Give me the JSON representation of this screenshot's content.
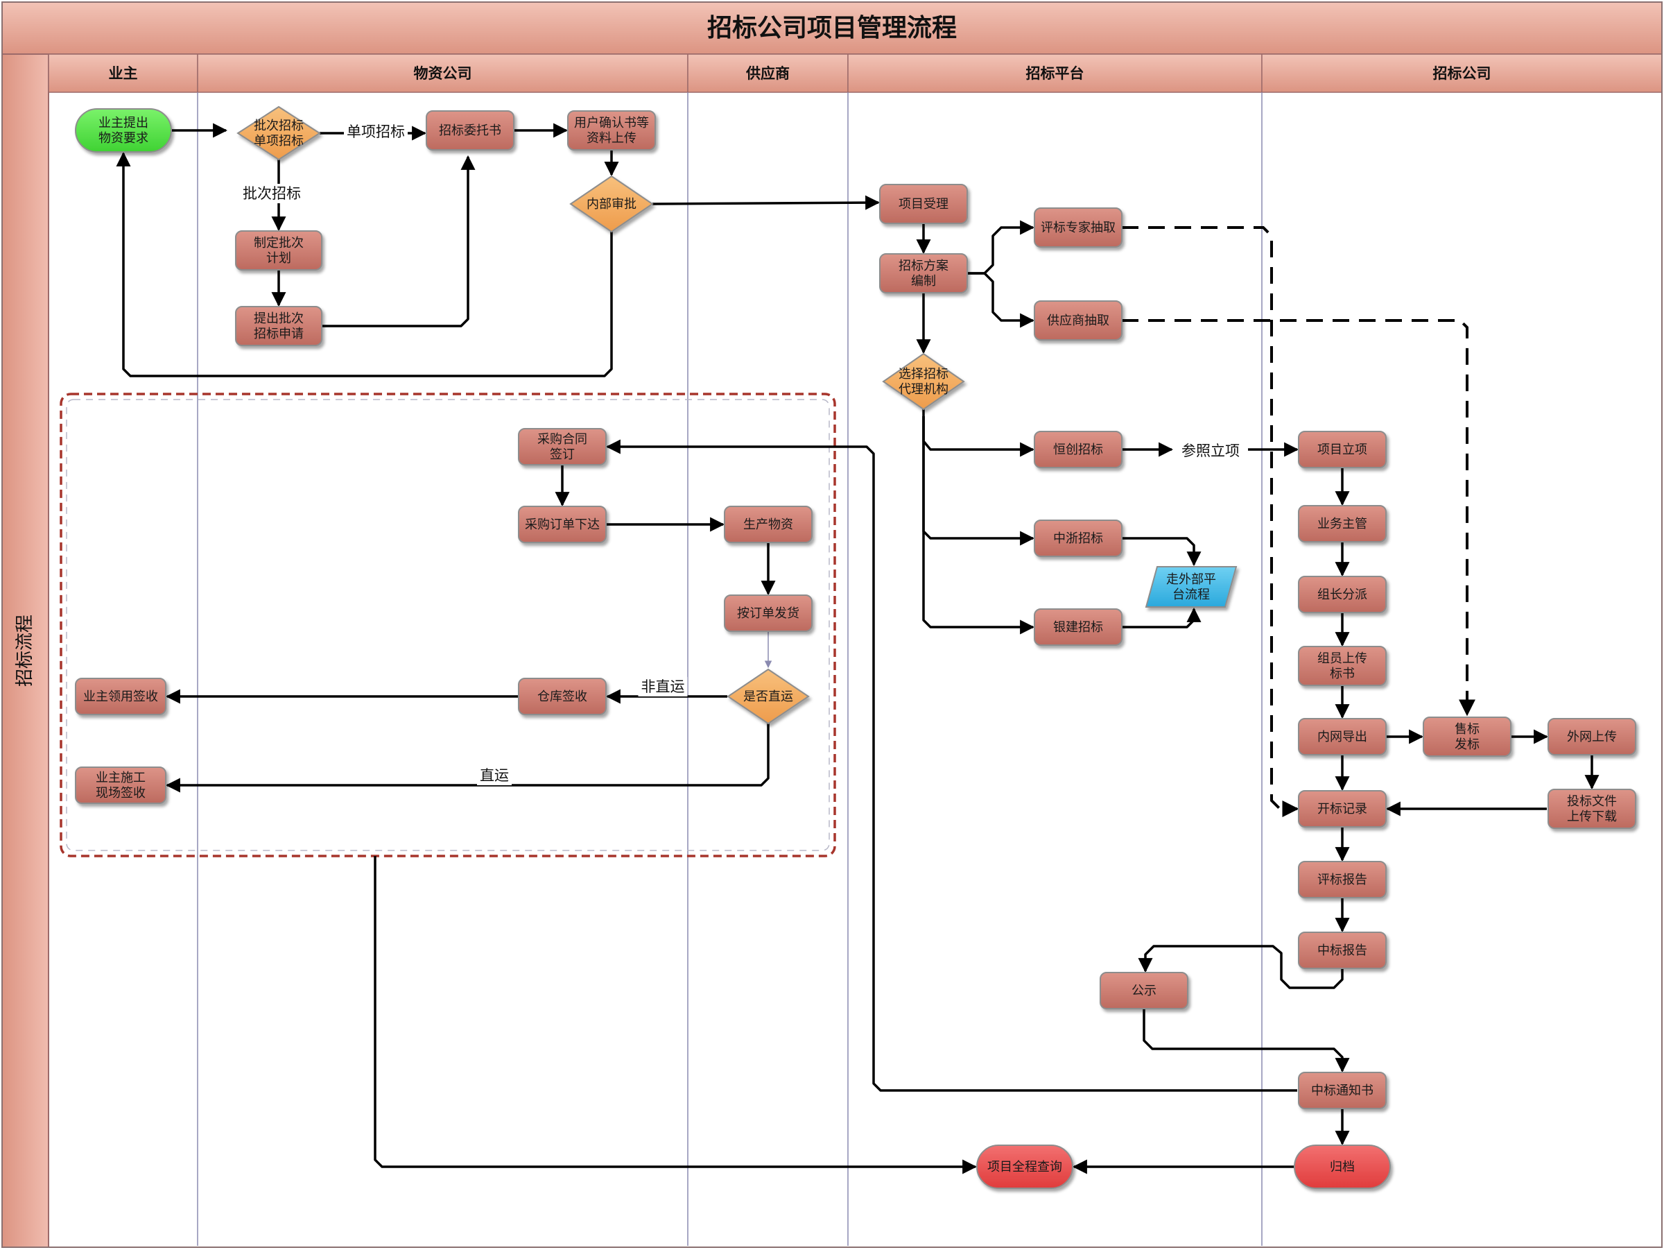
{
  "diagram": {
    "title": "招标公司项目管理流程",
    "side_label": "招标流程",
    "lanes": [
      {
        "id": "owner",
        "label": "业主"
      },
      {
        "id": "materials",
        "label": "物资公司"
      },
      {
        "id": "supplier",
        "label": "供应商"
      },
      {
        "id": "platform",
        "label": "招标平台"
      },
      {
        "id": "agency",
        "label": "招标公司"
      }
    ],
    "colors": {
      "process_fill": "#c9756a",
      "decision_fill": "#f3a860",
      "start_fill": "#4fe040",
      "end_fill": "#ea4b4b",
      "external_fill": "#3db8e6",
      "header_fill": "#e3a090",
      "group_border": "#a7352c"
    },
    "nodes": [
      {
        "id": "n1",
        "label": [
          "业主提出",
          "物资要求"
        ],
        "shape": "terminal-start"
      },
      {
        "id": "n2",
        "label": [
          "批次招标",
          "单项招标"
        ],
        "shape": "decision"
      },
      {
        "id": "n3",
        "label": [
          "招标委托书"
        ],
        "shape": "process"
      },
      {
        "id": "n4",
        "label": [
          "用户确认书等",
          "资料上传"
        ],
        "shape": "process"
      },
      {
        "id": "n5",
        "label": [
          "内部审批"
        ],
        "shape": "decision"
      },
      {
        "id": "n6",
        "label": [
          "制定批次",
          "计划"
        ],
        "shape": "process"
      },
      {
        "id": "n7",
        "label": [
          "提出批次",
          "招标申请"
        ],
        "shape": "process"
      },
      {
        "id": "n8",
        "label": [
          "项目受理"
        ],
        "shape": "process"
      },
      {
        "id": "n9",
        "label": [
          "招标方案",
          "编制"
        ],
        "shape": "process"
      },
      {
        "id": "n10",
        "label": [
          "评标专家抽取"
        ],
        "shape": "process"
      },
      {
        "id": "n11",
        "label": [
          "供应商抽取"
        ],
        "shape": "process"
      },
      {
        "id": "n12",
        "label": [
          "选择招标",
          "代理机构"
        ],
        "shape": "decision"
      },
      {
        "id": "n13",
        "label": [
          "恒创招标"
        ],
        "shape": "process"
      },
      {
        "id": "n14",
        "label": [
          "中浙招标"
        ],
        "shape": "process"
      },
      {
        "id": "n15",
        "label": [
          "银建招标"
        ],
        "shape": "process"
      },
      {
        "id": "n16",
        "label": [
          "走外部平",
          "台流程"
        ],
        "shape": "external"
      },
      {
        "id": "n17",
        "label": [
          "项目立项"
        ],
        "shape": "process"
      },
      {
        "id": "n18",
        "label": [
          "业务主管"
        ],
        "shape": "process"
      },
      {
        "id": "n19",
        "label": [
          "组长分派"
        ],
        "shape": "process"
      },
      {
        "id": "n20",
        "label": [
          "组员上传",
          "标书"
        ],
        "shape": "process"
      },
      {
        "id": "n21",
        "label": [
          "内网导出"
        ],
        "shape": "process"
      },
      {
        "id": "n22",
        "label": [
          "售标",
          "发标"
        ],
        "shape": "process"
      },
      {
        "id": "n23",
        "label": [
          "外网上传"
        ],
        "shape": "process"
      },
      {
        "id": "n24",
        "label": [
          "投标文件",
          "上传下载"
        ],
        "shape": "process"
      },
      {
        "id": "n25",
        "label": [
          "开标记录"
        ],
        "shape": "process"
      },
      {
        "id": "n26",
        "label": [
          "评标报告"
        ],
        "shape": "process"
      },
      {
        "id": "n27",
        "label": [
          "中标报告"
        ],
        "shape": "process"
      },
      {
        "id": "n28",
        "label": [
          "公示"
        ],
        "shape": "process"
      },
      {
        "id": "n29",
        "label": [
          "中标通知书"
        ],
        "shape": "process"
      },
      {
        "id": "n30",
        "label": [
          "归档"
        ],
        "shape": "terminal-end"
      },
      {
        "id": "n31",
        "label": [
          "项目全程查询"
        ],
        "shape": "terminal-end"
      },
      {
        "id": "n32",
        "label": [
          "采购合同",
          "签订"
        ],
        "shape": "process"
      },
      {
        "id": "n33",
        "label": [
          "采购订单下达"
        ],
        "shape": "process"
      },
      {
        "id": "n34",
        "label": [
          "生产物资"
        ],
        "shape": "process"
      },
      {
        "id": "n35",
        "label": [
          "按订单发货"
        ],
        "shape": "process"
      },
      {
        "id": "n36",
        "label": [
          "是否直运"
        ],
        "shape": "decision"
      },
      {
        "id": "n37",
        "label": [
          "仓库签收"
        ],
        "shape": "process"
      },
      {
        "id": "n38",
        "label": [
          "业主领用签收"
        ],
        "shape": "process"
      },
      {
        "id": "n39",
        "label": [
          "业主施工",
          "现场签收"
        ],
        "shape": "process"
      }
    ],
    "edge_labels": {
      "single": "单项招标",
      "batch": "批次招标",
      "reference": "参照立项",
      "not_direct": "非直运",
      "direct": "直运"
    }
  }
}
